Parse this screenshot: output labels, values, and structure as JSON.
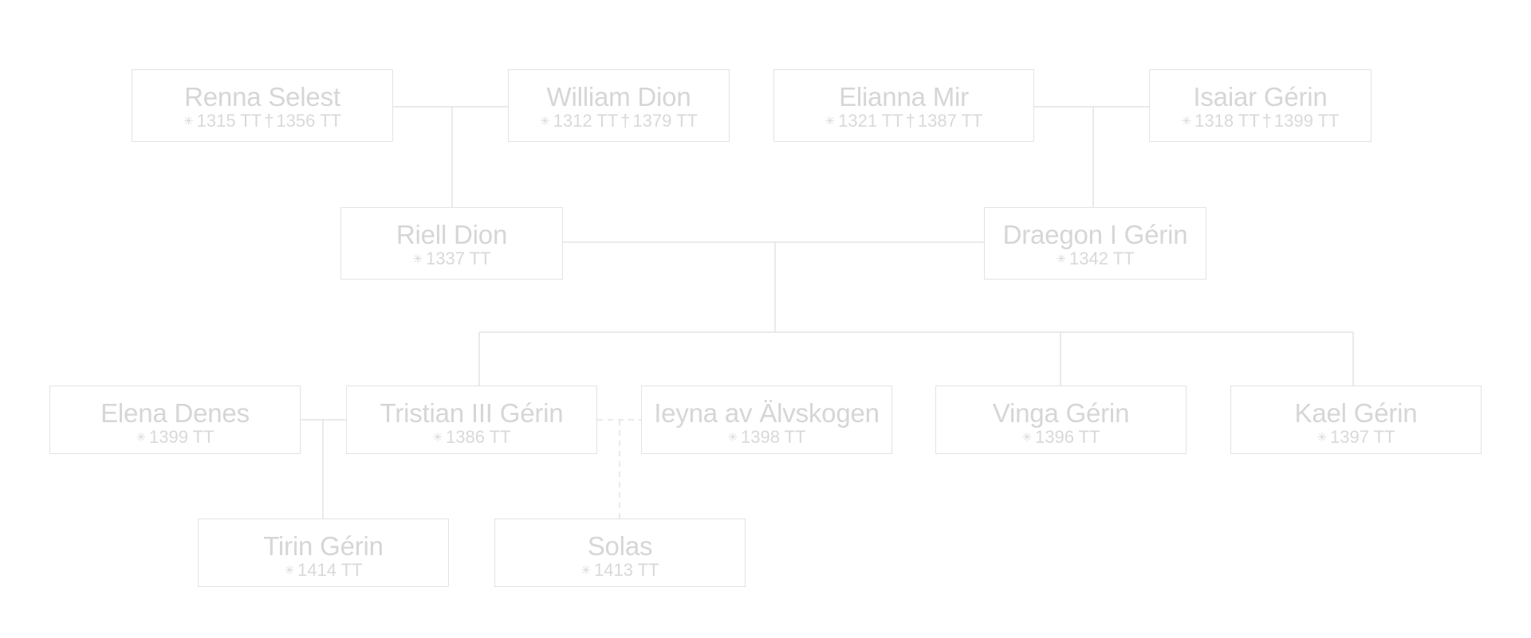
{
  "colors": {
    "background": "#ffffff",
    "box_border": "#e3e3e3",
    "connector": "#e3e3e3",
    "text": "#d6d6d6"
  },
  "icons": {
    "birth": "star-icon",
    "death": "dagger-icon"
  },
  "people": {
    "renna_selest": {
      "name": "Renna Selest",
      "born": "1315 TT",
      "died": "1356 TT"
    },
    "william_dion": {
      "name": "William Dion",
      "born": "1312 TT",
      "died": "1379 TT"
    },
    "elianna_mir": {
      "name": "Elianna Mir",
      "born": "1321 TT",
      "died": "1387 TT"
    },
    "isaiar_gerin": {
      "name": "Isaiar Gérin",
      "born": "1318 TT",
      "died": "1399 TT"
    },
    "riell_dion": {
      "name": "Riell Dion",
      "born": "1337 TT"
    },
    "draegon_gerin": {
      "name": "Draegon I Gérin",
      "born": "1342 TT"
    },
    "elena_denes": {
      "name": "Elena Denes",
      "born": "1399 TT"
    },
    "tristian_gerin": {
      "name": "Tristian III Gérin",
      "born": "1386 TT"
    },
    "ieyna": {
      "name": "Ieyna av Älvskogen",
      "born": "1398 TT"
    },
    "vinga_gerin": {
      "name": "Vinga Gérin",
      "born": "1396 TT"
    },
    "kael_gerin": {
      "name": "Kael Gérin",
      "born": "1397 TT"
    },
    "tirin_gerin": {
      "name": "Tirin Gérin",
      "born": "1414 TT"
    },
    "solas": {
      "name": "Solas",
      "born": "1413 TT"
    }
  },
  "unions": [
    {
      "partners": [
        "renna_selest",
        "william_dion"
      ],
      "children": [
        "riell_dion"
      ],
      "style": "solid"
    },
    {
      "partners": [
        "elianna_mir",
        "isaiar_gerin"
      ],
      "children": [
        "draegon_gerin"
      ],
      "style": "solid"
    },
    {
      "partners": [
        "riell_dion",
        "draegon_gerin"
      ],
      "children": [
        "tristian_gerin",
        "vinga_gerin",
        "kael_gerin"
      ],
      "style": "solid"
    },
    {
      "partners": [
        "elena_denes",
        "tristian_gerin"
      ],
      "children": [
        "tirin_gerin"
      ],
      "style": "solid"
    },
    {
      "partners": [
        "tristian_gerin",
        "ieyna"
      ],
      "children": [
        "solas"
      ],
      "style": "dashed"
    }
  ]
}
